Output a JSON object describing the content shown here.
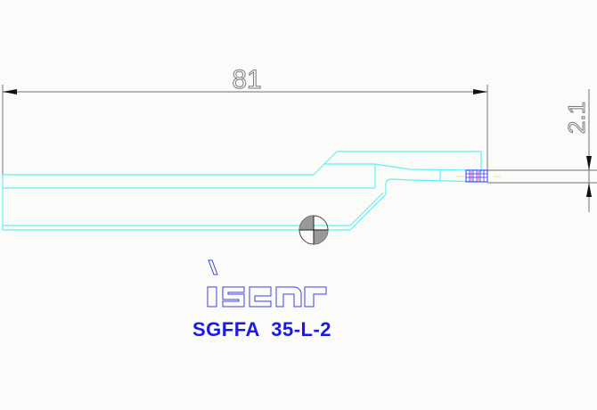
{
  "drawing": {
    "dimension_length": "81",
    "dimension_width": "2.1",
    "logo_text": "iscar",
    "part_number": "SGFFA  35-L-2"
  },
  "colors": {
    "outline": "#5ff2f2",
    "dimension": "#8a8a8a",
    "title": "#1a1ae0"
  }
}
